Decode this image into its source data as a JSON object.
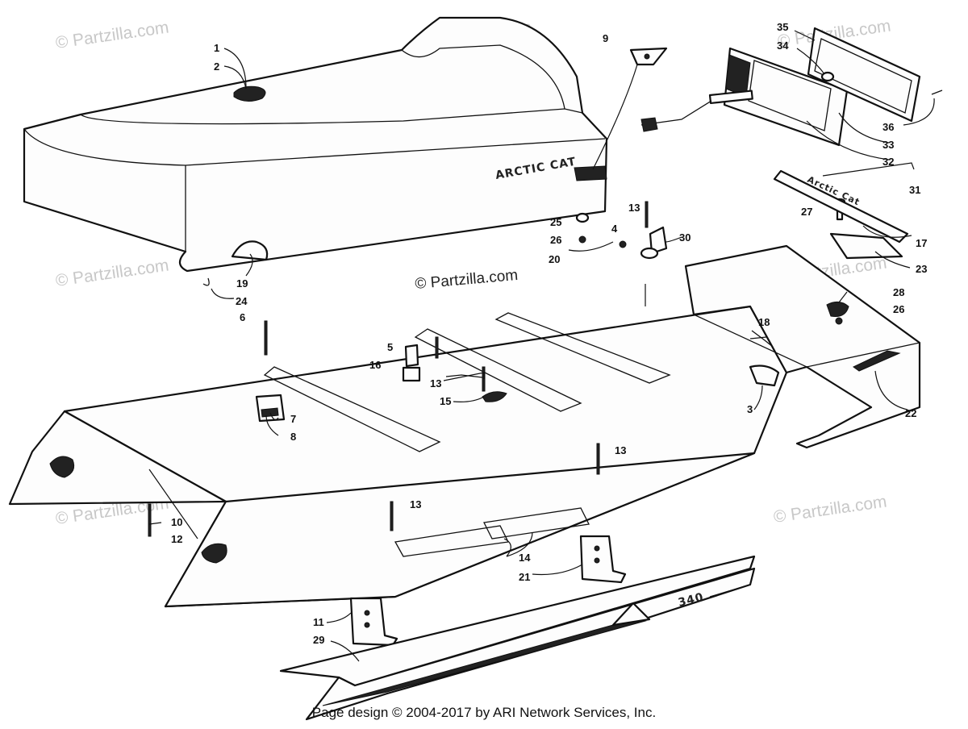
{
  "watermark": "© Partzilla.com",
  "center_watermark": "© Partzilla.com",
  "hood_brand": "ARCTIC CAT",
  "side_model": "340",
  "decal_text": "Arctic Cat",
  "footer": "Page design © 2004-2017 by ARI Network Services, Inc.",
  "callouts": [
    "1",
    "2",
    "3",
    "4",
    "5",
    "6",
    "7",
    "8",
    "9",
    "10",
    "11",
    "12",
    "13",
    "13",
    "13",
    "13",
    "14",
    "15",
    "16",
    "17",
    "18",
    "19",
    "20",
    "21",
    "22",
    "23",
    "24",
    "25",
    "26",
    "26",
    "27",
    "28",
    "29",
    "30",
    "31",
    "32",
    "33",
    "34",
    "35",
    "36"
  ]
}
